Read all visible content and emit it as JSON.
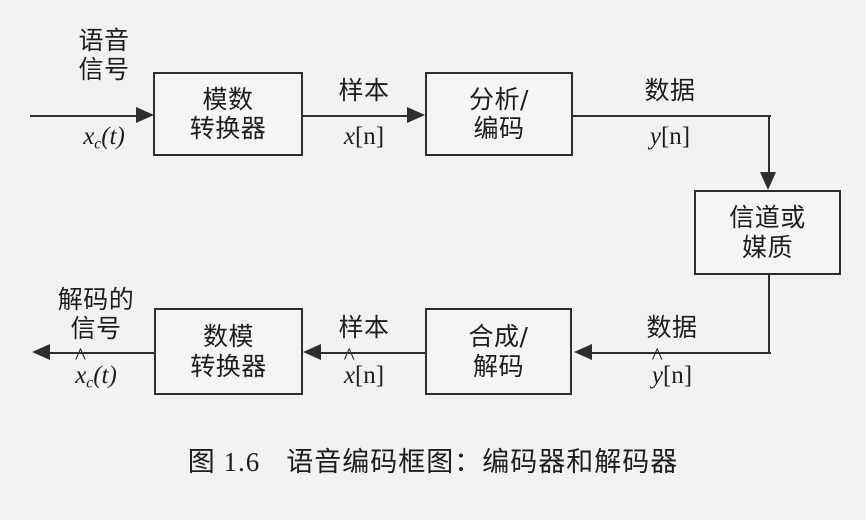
{
  "figure": {
    "caption_number": "图 1.6",
    "caption_text": "语音编码框图：编码器和解码器",
    "background_color": "#f4f2f1",
    "line_color": "#2e2e2e"
  },
  "blocks": {
    "adc": {
      "line1": "模数",
      "line2": "转换器"
    },
    "analysis": {
      "line1": "分析/",
      "line2": "编码"
    },
    "channel": {
      "line1": "信道或",
      "line2": "媒质"
    },
    "synthesis": {
      "line1": "合成/",
      "line2": "解码"
    },
    "dac": {
      "line1": "数模",
      "line2": "转换器"
    }
  },
  "signals": {
    "input": {
      "name_line1": "语音",
      "name_line2": "信号",
      "symbol_base": "x",
      "symbol_sub": "c",
      "symbol_arg": "(t)"
    },
    "samples_in": {
      "name": "样本",
      "symbol_base": "x",
      "symbol_arg": "[n]"
    },
    "data_encoded": {
      "name": "数据",
      "symbol_base": "y",
      "symbol_arg": "[n]"
    },
    "data_received": {
      "name": "数据",
      "symbol_hat": "^",
      "symbol_base": "y",
      "symbol_arg": "[n]"
    },
    "samples_out": {
      "name": "样本",
      "symbol_hat": "^",
      "symbol_base": "x",
      "symbol_arg": "[n]"
    },
    "output": {
      "name_line1": "解码的",
      "name_line2": "信号",
      "symbol_hat": "^",
      "symbol_base": "x",
      "symbol_sub": "c",
      "symbol_arg": "(t)"
    }
  }
}
